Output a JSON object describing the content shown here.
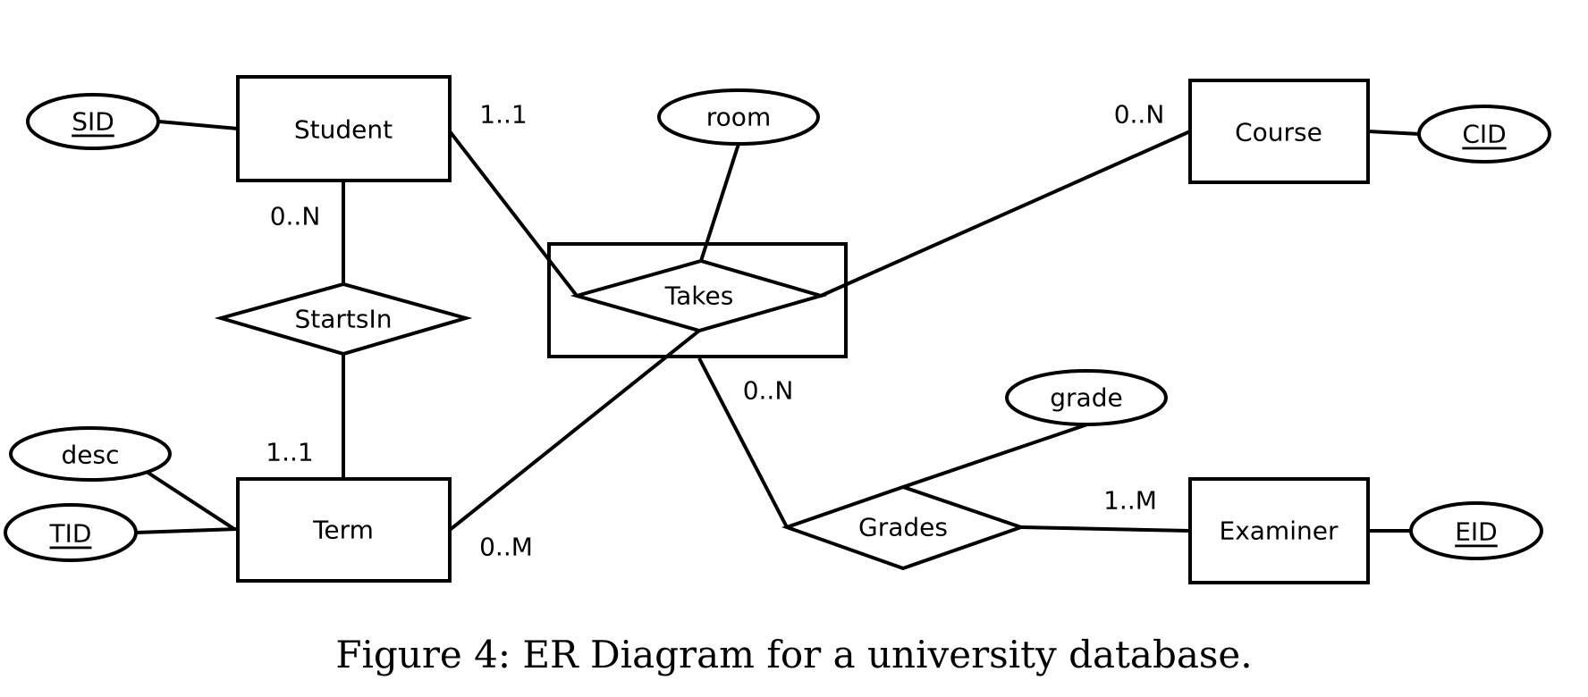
{
  "entities": {
    "student": "Student",
    "term": "Term",
    "course": "Course",
    "examiner": "Examiner"
  },
  "relationships": {
    "starts_in": "StartsIn",
    "takes": "Takes",
    "grades": "Grades"
  },
  "attributes": {
    "sid": "SID",
    "cid": "CID",
    "tid": "TID",
    "eid": "EID",
    "desc": "desc",
    "room": "room",
    "grade": "grade"
  },
  "cardinalities": {
    "student_takes": "1..1",
    "course_takes": "0..N",
    "student_startsin": "0..N",
    "term_startsin": "1..1",
    "term_takes": "0..M",
    "takes_grades": "0..N",
    "examiner_grades": "1..M"
  },
  "caption": "Figure 4: ER Diagram for a university database."
}
